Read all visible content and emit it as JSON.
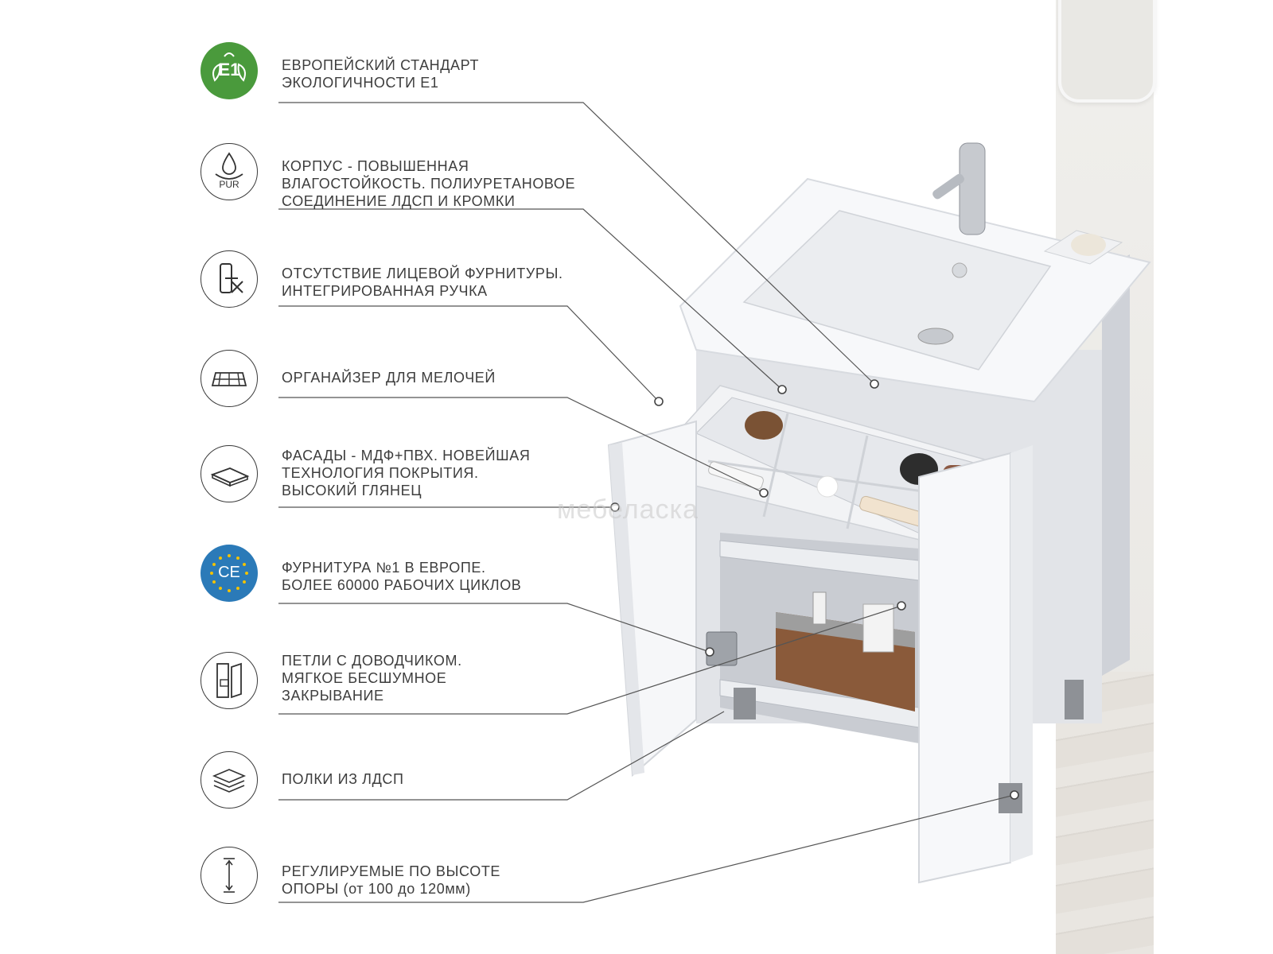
{
  "features": [
    {
      "id": "e1",
      "icon": "eco-leaf-e1-icon",
      "icon_label": "E1",
      "text": "ЕВРОПЕЙСКИЙ СТАНДАРТ\nЭКОЛОГИЧНОСТИ Е1"
    },
    {
      "id": "pur",
      "icon": "water-drop-pur-icon",
      "icon_label": "PUR",
      "text": "КОРПУС - ПОВЫШЕННАЯ\nВЛАГОСТОЙКОСТЬ. ПОЛИУРЕТАНОВОЕ\nСОЕДИНЕНИЕ ЛДСП И КРОМКИ"
    },
    {
      "id": "handle",
      "icon": "no-handle-icon",
      "text": "ОТСУТСТВИЕ ЛИЦЕВОЙ ФУРНИТУРЫ.\nИНТЕГРИРОВАННАЯ РУЧКА"
    },
    {
      "id": "organizer",
      "icon": "organizer-tray-icon",
      "text": "ОРГАНАЙЗЕР ДЛЯ МЕЛОЧЕЙ"
    },
    {
      "id": "facade",
      "icon": "facade-panel-icon",
      "text": "ФАСАДЫ -  МДФ+ПВХ. НОВЕЙШАЯ\nТЕХНОЛОГИЯ ПОКРЫТИЯ.\nВЫСОКИЙ ГЛЯНЕЦ"
    },
    {
      "id": "ce",
      "icon": "ce-mark-icon",
      "icon_label": "CE",
      "text": "ФУРНИТУРА №1 В ЕВРОПЕ.\nБОЛЕЕ 60000 РАБОЧИХ ЦИКЛОВ"
    },
    {
      "id": "hinge",
      "icon": "door-hinge-icon",
      "text": "ПЕТЛИ С ДОВОДЧИКОМ.\nМЯГКОЕ БЕСШУМНОЕ\nЗАКРЫВАНИЕ"
    },
    {
      "id": "shelves",
      "icon": "layers-icon",
      "text": "ПОЛКИ ИЗ ЛДСП"
    },
    {
      "id": "legs",
      "icon": "height-adjust-icon",
      "text": "РЕГУЛИРУЕМЫЕ ПО ВЫСОТЕ\nОПОРЫ (от 100 до 120мм)"
    }
  ],
  "watermark": "мебеласка",
  "colors": {
    "eco_green": "#4a9a3c",
    "ce_blue": "#2b7ab8",
    "ce_stars": "#f2c200",
    "text": "#3d3d3d",
    "leader_line": "#555555",
    "cabinet_white": "#f4f5f7",
    "cabinet_shadow": "#d7dae0"
  }
}
